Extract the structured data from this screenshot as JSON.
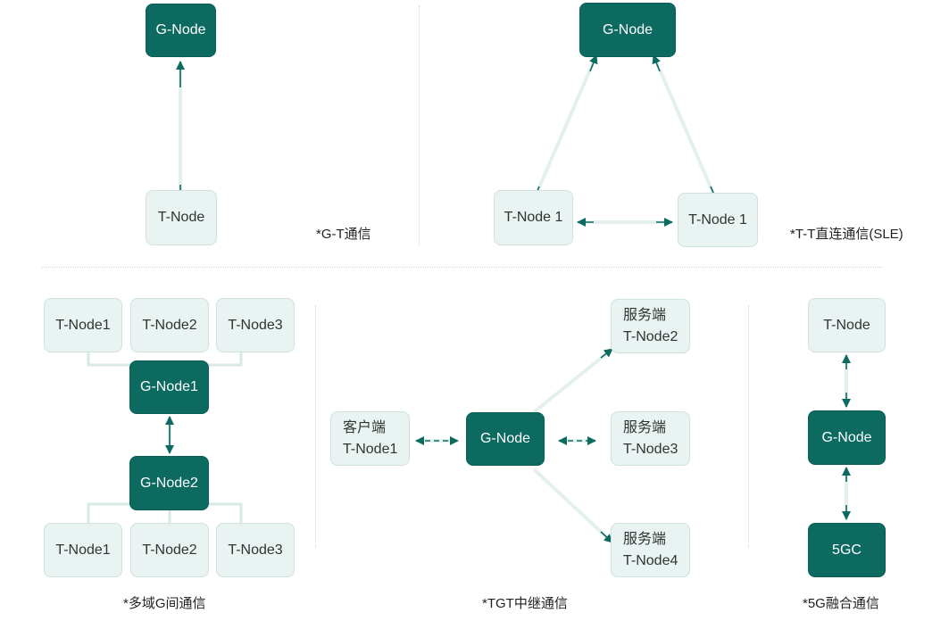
{
  "panel1": {
    "g_node": "G-Node",
    "t_node": "T-Node",
    "caption": "*G-T通信"
  },
  "panel2": {
    "g_node": "G-Node",
    "t_node_left": "T-Node 1",
    "t_node_right": "T-Node 1",
    "caption": "*T-T直连通信(SLE)"
  },
  "panel3": {
    "top_t_nodes": [
      "T-Node1",
      "T-Node2",
      "T-Node3"
    ],
    "g_node1": "G-Node1",
    "g_node2": "G-Node2",
    "bottom_t_nodes": [
      "T-Node1",
      "T-Node2",
      "T-Node3"
    ],
    "caption": "*多域G间通信"
  },
  "panel4": {
    "client": {
      "role": "客户端",
      "name": "T-Node1"
    },
    "g_node": "G-Node",
    "servers": [
      {
        "role": "服务端",
        "name": "T-Node2"
      },
      {
        "role": "服务端",
        "name": "T-Node3"
      },
      {
        "role": "服务端",
        "name": "T-Node4"
      }
    ],
    "caption": "*TGT中继通信"
  },
  "panel5": {
    "t_node": "T-Node",
    "g_node": "G-Node",
    "core": "5GC",
    "caption": "*5G融合通信"
  },
  "colors": {
    "g_node_fill": "#0c6a61",
    "t_node_fill": "#e8f3f2",
    "link_line": "#e3f0ee",
    "arrow_head": "#0c6a61",
    "tree_connector": "#d9e9e6"
  }
}
